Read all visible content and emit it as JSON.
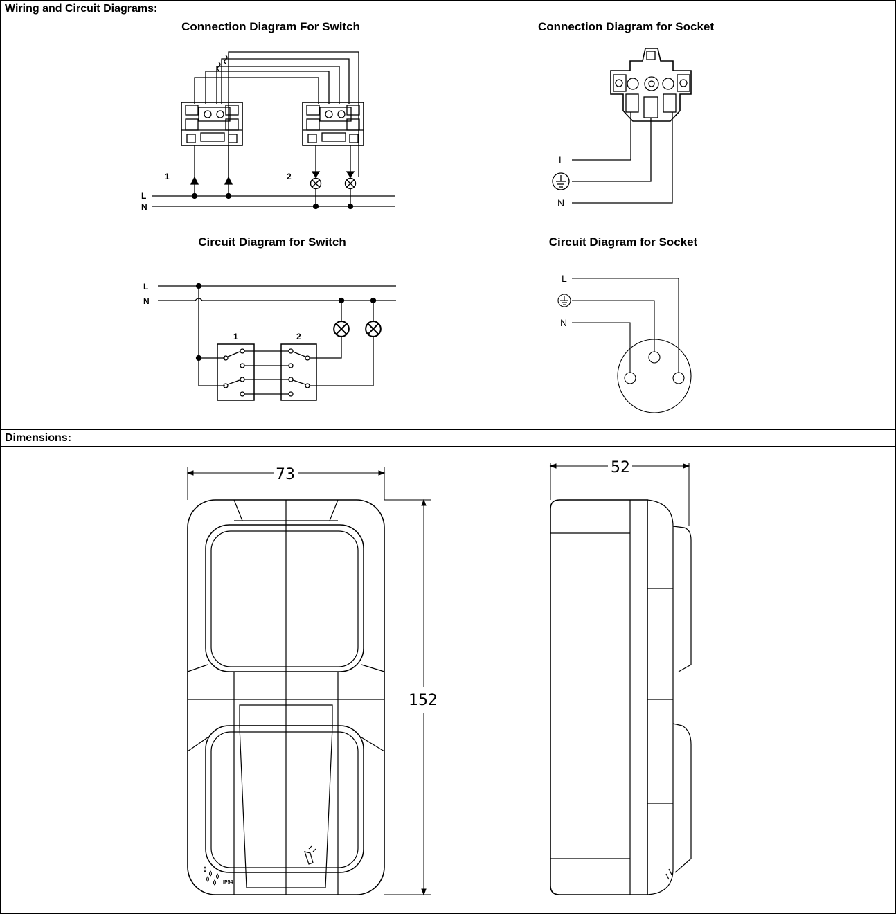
{
  "sections": {
    "wiring": "Wiring and Circuit Diagrams:",
    "dimensions": "Dimensions:"
  },
  "titles": {
    "connection_switch": "Connection Diagram For Switch",
    "connection_socket": "Connection Diagram for Socket",
    "circuit_switch": "Circuit Diagram for Switch",
    "circuit_socket": "Circuit Diagram for Socket"
  },
  "labels": {
    "line": "L",
    "neutral": "N",
    "switch_1": "1",
    "switch_2": "2",
    "ip_rating": "IP54"
  },
  "dimensions": {
    "width": "73",
    "height": "152",
    "depth": "52"
  }
}
